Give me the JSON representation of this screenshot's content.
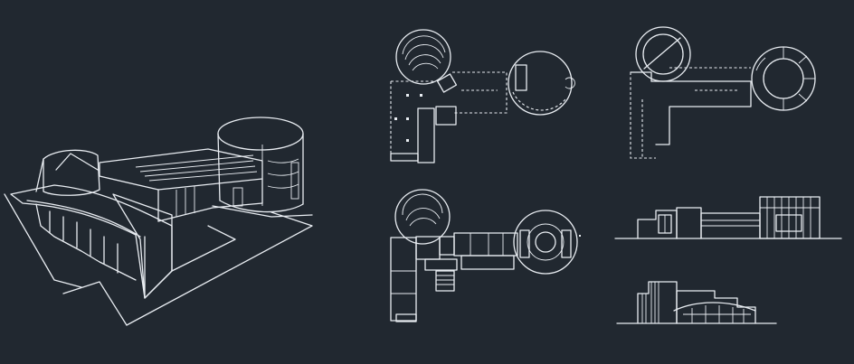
{
  "canvas": {
    "background": "#212830",
    "line_color": "#e9edf2"
  },
  "drawings": [
    {
      "id": "axonometric",
      "kind": "3d-axonometric-view"
    },
    {
      "id": "plan-1",
      "kind": "floor-plan"
    },
    {
      "id": "plan-2",
      "kind": "floor-plan-upper"
    },
    {
      "id": "plan-3",
      "kind": "floor-plan-ground"
    },
    {
      "id": "elevation-1",
      "kind": "elevation"
    },
    {
      "id": "elevation-2",
      "kind": "elevation"
    }
  ]
}
